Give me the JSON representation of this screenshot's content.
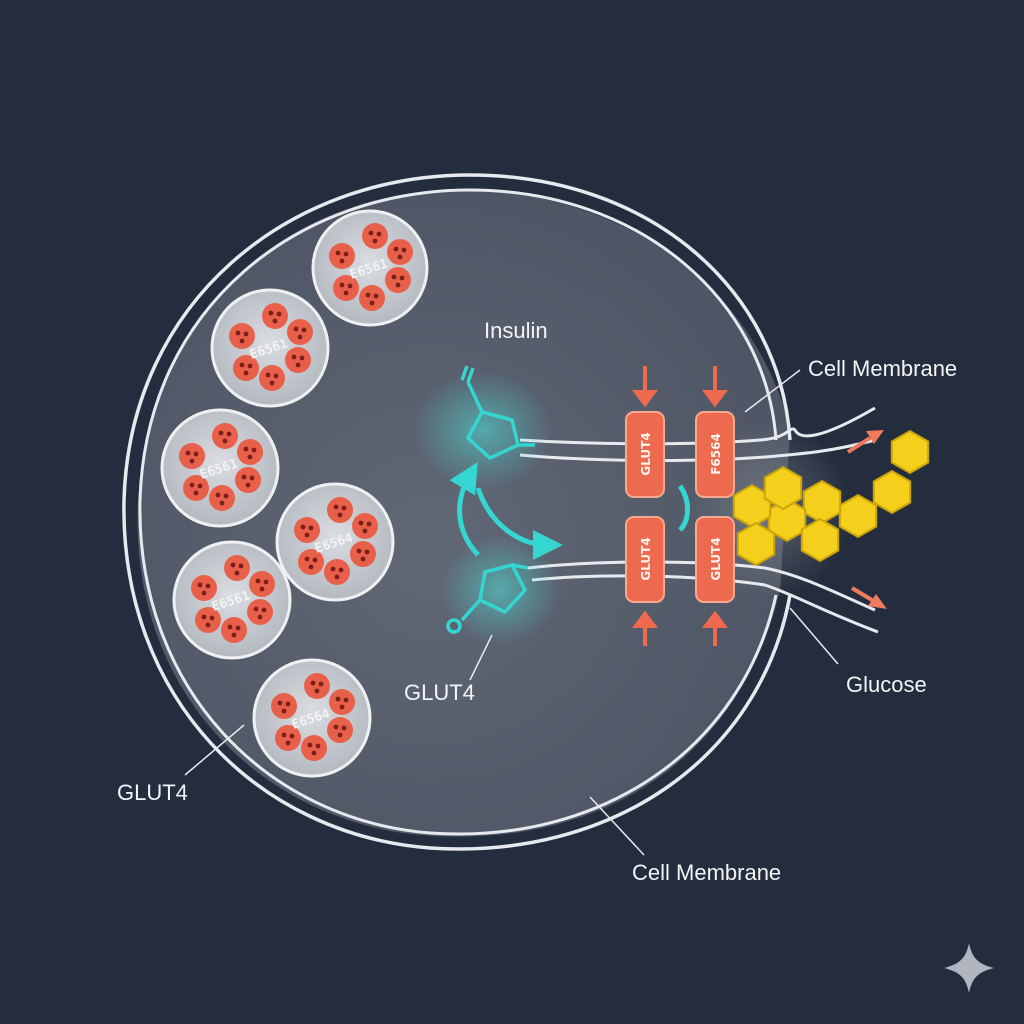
{
  "labels": {
    "insulin": "Insulin",
    "cell_membrane_top": "Cell Membrane",
    "cell_membrane_bottom": "Cell Membrane",
    "glut4_center": "GLUT4",
    "glut4_left": "GLUT4",
    "glucose": "Glucose"
  },
  "vesicles": [
    {
      "code": "E6561"
    },
    {
      "code": "E6561"
    },
    {
      "code": "E6561"
    },
    {
      "code": "E6564"
    },
    {
      "code": "E6561"
    },
    {
      "code": "E6564"
    }
  ],
  "transporters": {
    "top_left": "GLUT4",
    "top_right": "F6564",
    "bottom_left": "GLUT4",
    "bottom_right": "GLUT4"
  },
  "colors": {
    "background": "#242d3d",
    "cell_fill": "#575e6c",
    "membrane": "#e6e9ee",
    "transporter": "#ee6a4f",
    "insulin": "#35d6d2",
    "glucose": "#f4cf1c",
    "arrow": "#f07a5c"
  },
  "icons": [
    "sparkle-icon"
  ]
}
